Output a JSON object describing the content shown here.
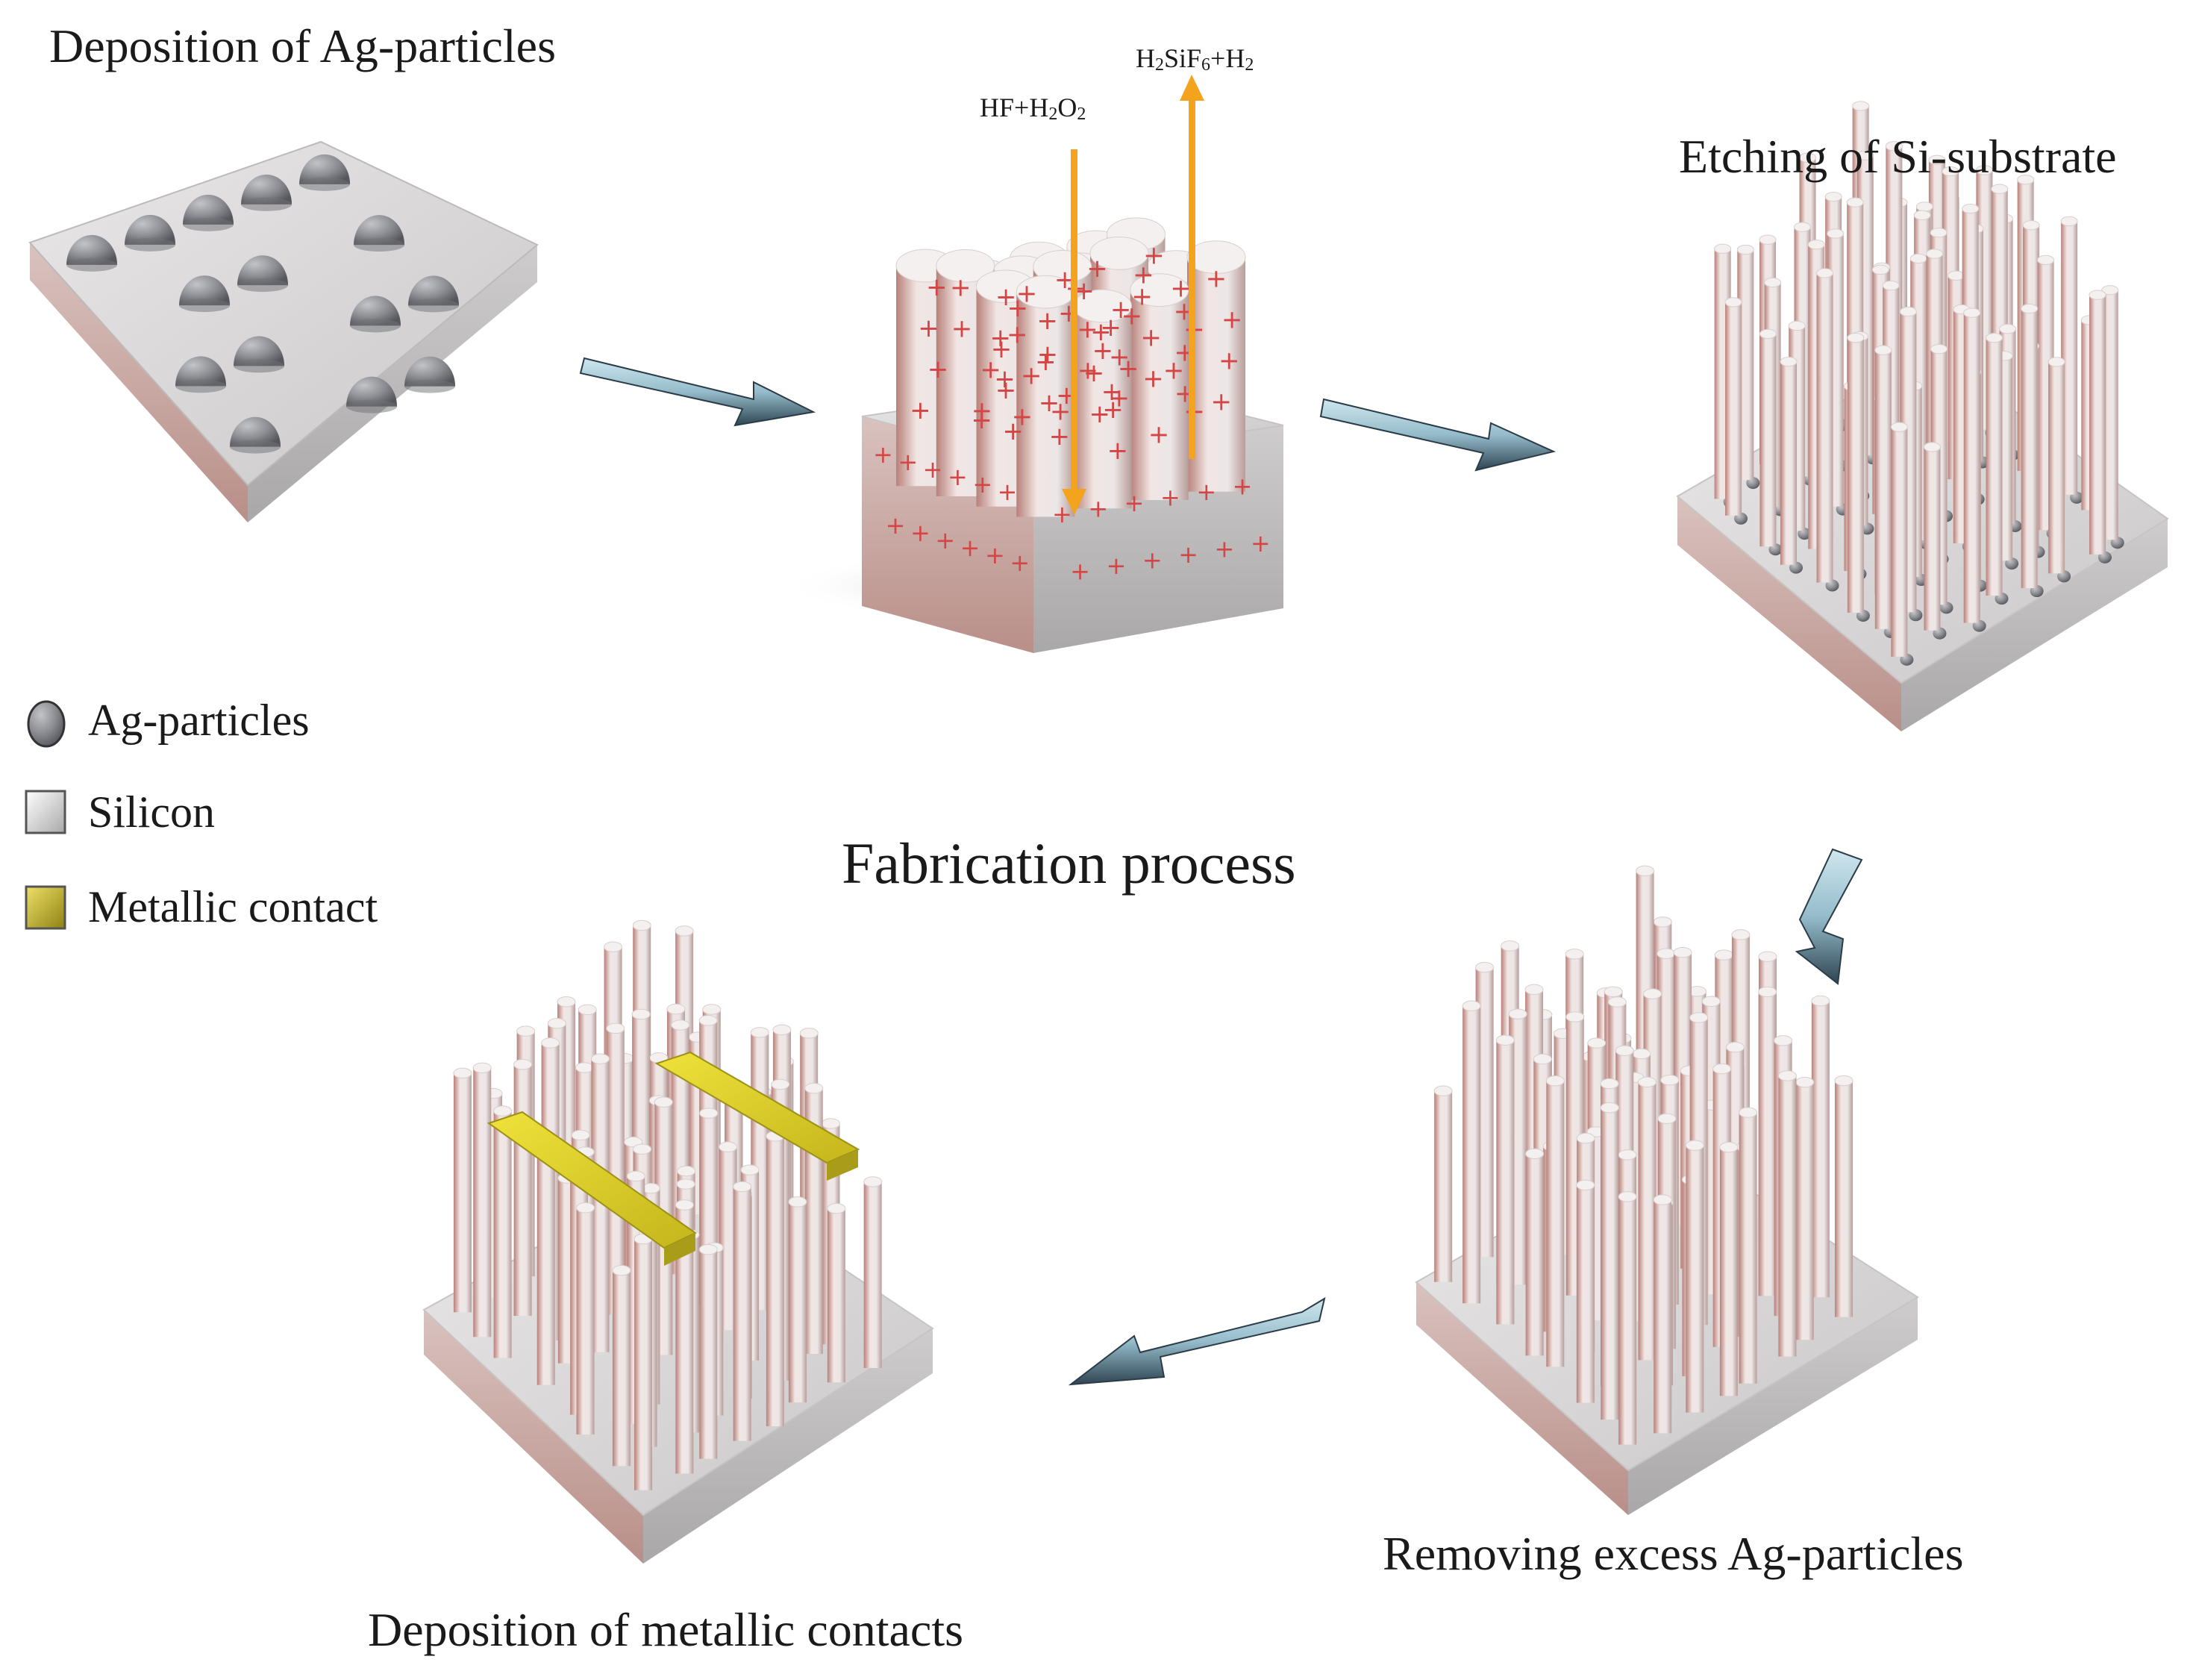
{
  "title": "Fabrication process",
  "steps": [
    {
      "label": "Deposition of Ag-particles"
    },
    {
      "label": "Etching of Si-substrate"
    },
    {
      "label": "Removing excess Ag-particles"
    },
    {
      "label": "Deposition of metallic contacts"
    }
  ],
  "reactions": {
    "reactant": {
      "a": "HF+H",
      "s1": "2",
      "b": "O",
      "s2": "2"
    },
    "product": {
      "a": "H",
      "s1": "2",
      "b": "SiF",
      "s2": "6",
      "c": "+H",
      "s3": "2"
    }
  },
  "legend": [
    {
      "label": "Ag-particles",
      "color": "#7d7f84",
      "icon": "sphere-icon"
    },
    {
      "label": "Silicon",
      "color": "#d9d9d9",
      "icon": "square-icon"
    },
    {
      "label": "Metallic contact",
      "color": "#c2b522",
      "icon": "square-icon"
    }
  ],
  "colors": {
    "silicon": "#dedbdb",
    "silicon_edge": "#c79e96",
    "ag": "#8a8c90",
    "contact": "#d8cc22",
    "arrow": "#a9ccd8",
    "reaction_arrow": "#f4a41c",
    "charge": "#d44545"
  }
}
